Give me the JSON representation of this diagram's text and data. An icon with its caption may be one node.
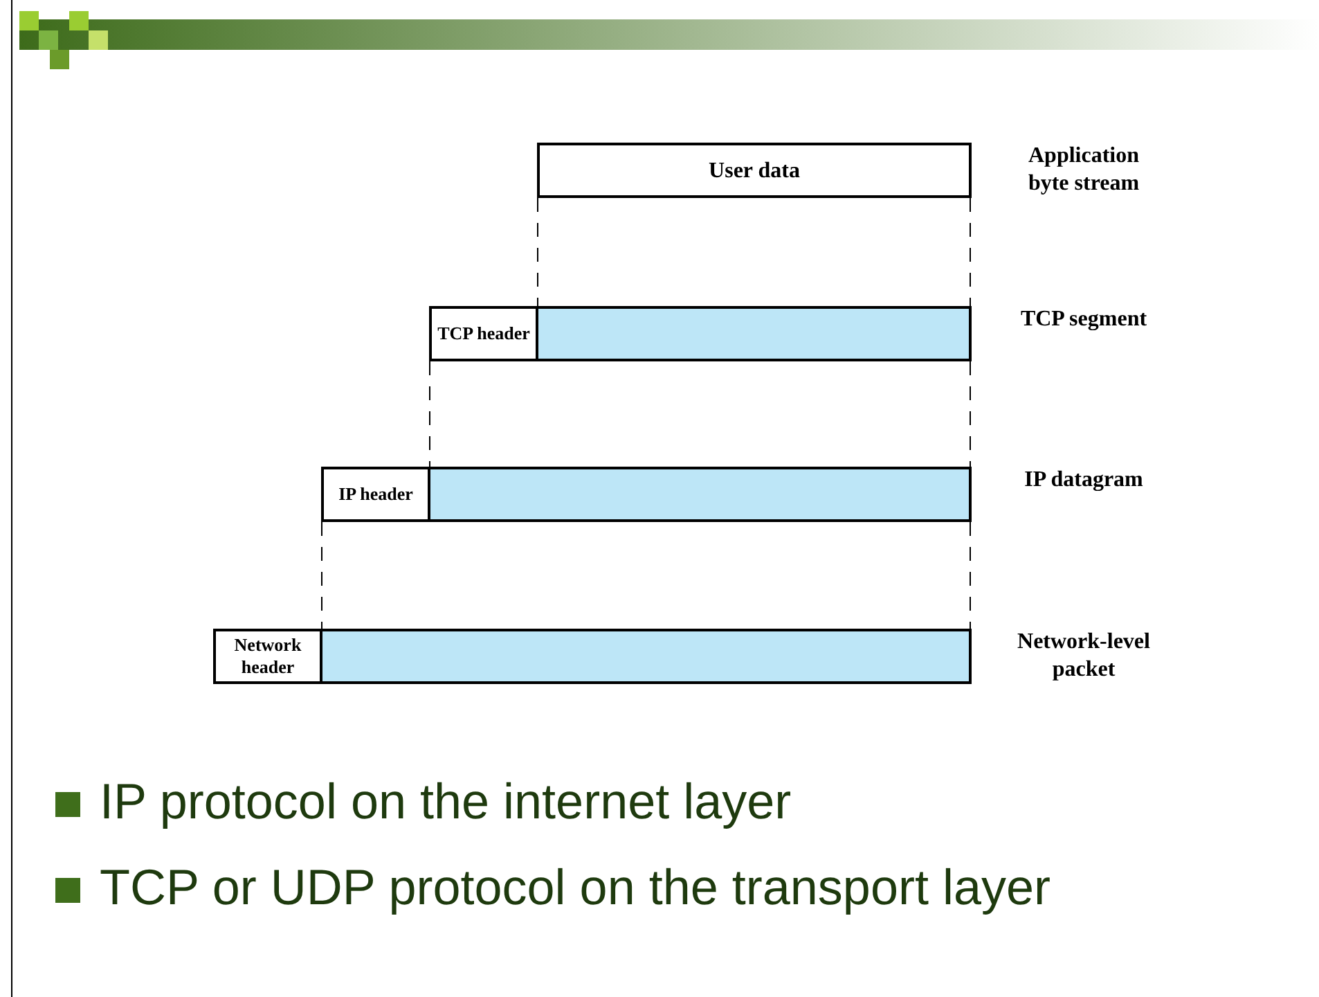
{
  "diagram": {
    "nodes": [
      {
        "text": [
          "User data"
        ],
        "beside": [
          "Application byte stream"
        ]
      },
      {
        "text": [
          "TCP header"
        ]
      },
      {
        "text": [],
        "shape": "box",
        "beside": [
          "TCP segment"
        ]
      },
      {
        "text": [
          "IP header"
        ]
      },
      {
        "text": [],
        "shape": "box",
        "beside": [
          "IP datagram"
        ]
      },
      {
        "text": [
          "Network header"
        ]
      },
      {
        "text": [],
        "shape": "box",
        "beside": [
          "Network-level packet"
        ]
      }
    ],
    "edges": [
      {
        "from": 0,
        "to": 1,
        "arrow": "none",
        "style": "dashed"
      },
      {
        "from": 0,
        "to": 2,
        "arrow": "none",
        "style": "dashed"
      },
      {
        "from": 1,
        "to": 3,
        "arrow": "none",
        "style": "dashed"
      },
      {
        "from": 2,
        "to": 4,
        "arrow": "none",
        "style": "dashed"
      },
      {
        "from": 3,
        "to": 5,
        "arrow": "none",
        "style": "dashed"
      },
      {
        "from": 4,
        "to": 6,
        "arrow": "none",
        "style": "dashed"
      }
    ],
    "labels": [
      "IP protocol on the internet layer",
      "TCP or UDP protocol on the transport layer"
    ]
  }
}
